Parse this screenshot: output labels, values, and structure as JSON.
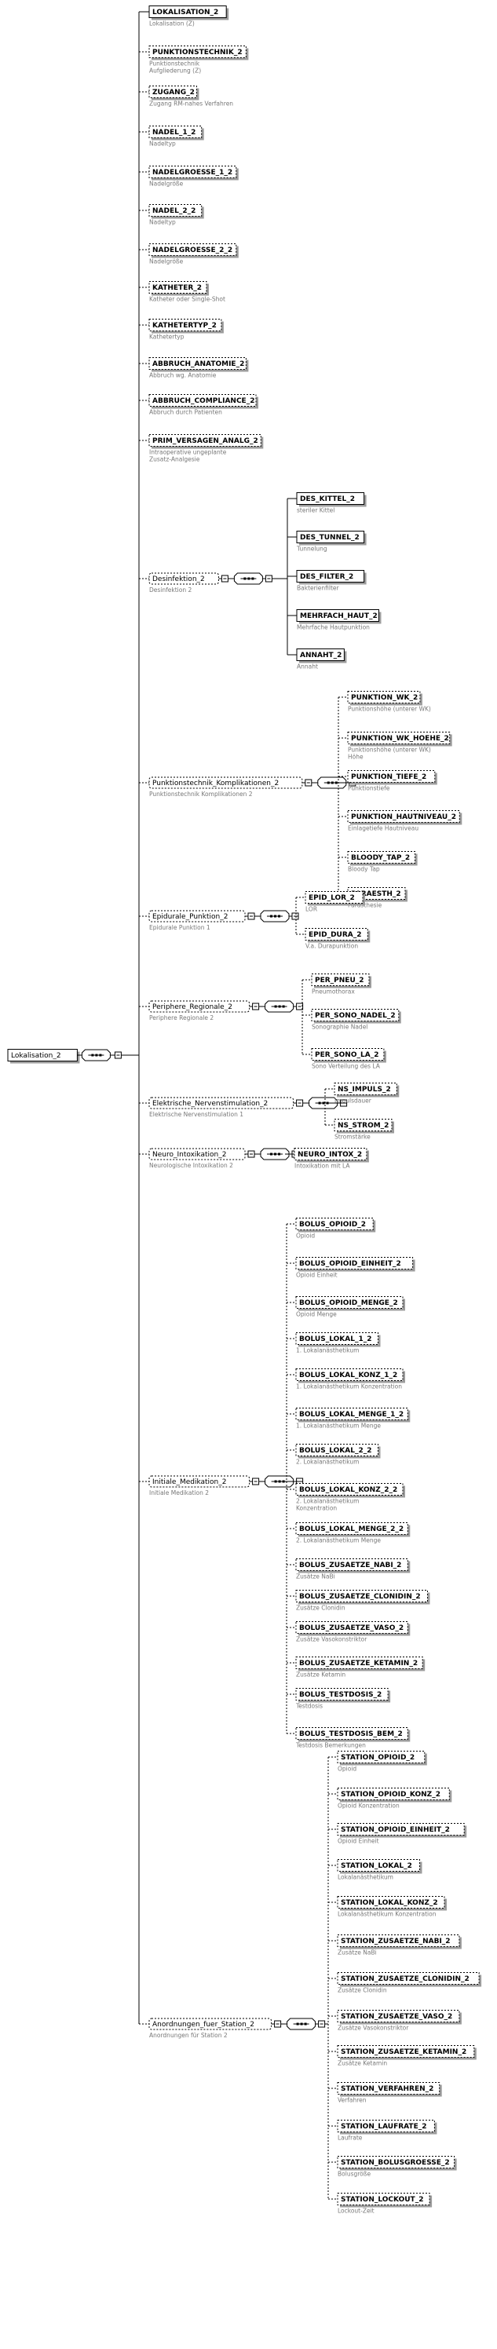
{
  "root": {
    "name": "Lokalisation_2",
    "doc": "Lokalisation 2"
  },
  "level1": [
    {
      "name": "LOKALISATION_2",
      "doc": [
        "Lokalisation (Z)"
      ],
      "req": true
    },
    {
      "name": "PUNKTIONSTECHNIK_2",
      "doc": [
        "Punktionstechnik",
        "Aufgliederung (Z)"
      ]
    },
    {
      "name": "ZUGANG_2",
      "doc": [
        "Zugang RM-nahes Verfahren"
      ]
    },
    {
      "name": "NADEL_1_2",
      "doc": [
        "Nadeltyp"
      ]
    },
    {
      "name": "NADELGROESSE_1_2",
      "doc": [
        "Nadelgröße"
      ]
    },
    {
      "name": "NADEL_2_2",
      "doc": [
        "Nadeltyp"
      ]
    },
    {
      "name": "NADELGROESSE_2_2",
      "doc": [
        "Nadelgröße"
      ]
    },
    {
      "name": "KATHETER_2",
      "doc": [
        "Katheter oder Single-Shot"
      ]
    },
    {
      "name": "KATHETERTYP_2",
      "doc": [
        "Kathetertyp"
      ]
    },
    {
      "name": "ABBRUCH_ANATOMIE_2",
      "doc": [
        "Abbruch wg. Anatomie"
      ]
    },
    {
      "name": "ABBRUCH_COMPLIANCE_2",
      "doc": [
        "Abbruch durch Patienten"
      ]
    },
    {
      "name": "PRIM_VERSAGEN_ANALG_2",
      "doc": [
        "Intraoperative ungeplante",
        "Zusatz-Analgesie"
      ]
    }
  ],
  "groups": [
    {
      "name": "Desinfektion_2",
      "doc": "Desinfektion 2",
      "children": [
        {
          "name": "DES_KITTEL_2",
          "doc": [
            "steriler Kittel"
          ],
          "req": true
        },
        {
          "name": "DES_TUNNEL_2",
          "doc": [
            "Tunnelung"
          ],
          "req": true
        },
        {
          "name": "DES_FILTER_2",
          "doc": [
            "Bakterienfilter"
          ],
          "req": true
        },
        {
          "name": "MEHRFACH_HAUT_2",
          "doc": [
            "Mehrfache Hautpunktion"
          ],
          "req": true
        },
        {
          "name": "ANNAHT_2",
          "doc": [
            "Annaht"
          ],
          "req": true
        }
      ]
    },
    {
      "name": "Punktionstechnik_Komplikationen_2",
      "doc": "Punktionstechnik Komplikationen 2",
      "children": [
        {
          "name": "PUNKTION_WK_2",
          "doc": [
            "Punktionshöhe (unterer WK)"
          ]
        },
        {
          "name": "PUNKTION_WK_HOEHE_2",
          "doc": [
            "Punktionshöhe (unterer WK)",
            "Höhe"
          ]
        },
        {
          "name": "PUNKTION_TIEFE_2",
          "doc": [
            "Punktionstiefe"
          ]
        },
        {
          "name": "PUNKTION_HAUTNIVEAU_2",
          "doc": [
            "Einlagetiefe Hautniveau"
          ]
        },
        {
          "name": "BLOODY_TAP_2",
          "doc": [
            "Bloody Tap"
          ]
        },
        {
          "name": "PARAESTH_2",
          "doc": [
            "Parästhesie"
          ]
        }
      ]
    },
    {
      "name": "Epidurale_Punktion_2",
      "doc": "Epidurale Punktion 1",
      "children": [
        {
          "name": "EPID_LOR_2",
          "doc": [
            "LOR"
          ]
        },
        {
          "name": "EPID_DURA_2",
          "doc": [
            "V.a. Durapunktion"
          ]
        }
      ]
    },
    {
      "name": "Periphere_Regionale_2",
      "doc": "Periphere Regionale 2",
      "children": [
        {
          "name": "PER_PNEU_2",
          "doc": [
            "Pneumothorax"
          ]
        },
        {
          "name": "PER_SONO_NADEL_2",
          "doc": [
            "Sonographie Nadel"
          ]
        },
        {
          "name": "PER_SONO_LA_2",
          "doc": [
            "Sono Verteilung des LA"
          ]
        }
      ]
    },
    {
      "name": "Elektrische_Nervenstimulation_2",
      "doc": "Elektrische Nervenstimulation 1",
      "children": [
        {
          "name": "NS_IMPULS_2",
          "doc": [
            "Impulsdauer"
          ]
        },
        {
          "name": "NS_STROM_2",
          "doc": [
            "Stromstärke"
          ]
        }
      ]
    },
    {
      "name": "Neuro_Intoxikation_2",
      "doc": "Neurologische Intoxikation 2",
      "children": [
        {
          "name": "NEURO_INTOX_2",
          "doc": [
            "Intoxikation mit LA"
          ]
        }
      ]
    },
    {
      "name": "Initiale_Medikation_2",
      "doc": "Initiale Medikation 2",
      "children": [
        {
          "name": "BOLUS_OPIOID_2",
          "doc": [
            "Opioid"
          ]
        },
        {
          "name": "BOLUS_OPIOID_EINHEIT_2",
          "doc": [
            "Opioid Einheit"
          ]
        },
        {
          "name": "BOLUS_OPIOID_MENGE_2",
          "doc": [
            "Opioid Menge"
          ]
        },
        {
          "name": "BOLUS_LOKAL_1_2",
          "doc": [
            "1. Lokalanästhetikum"
          ]
        },
        {
          "name": "BOLUS_LOKAL_KONZ_1_2",
          "doc": [
            "1. Lokalanästhetikum Konzentration"
          ]
        },
        {
          "name": "BOLUS_LOKAL_MENGE_1_2",
          "doc": [
            "1. Lokalanästhetikum Menge"
          ]
        },
        {
          "name": "BOLUS_LOKAL_2_2",
          "doc": [
            "2. Lokalanästhetikum"
          ]
        },
        {
          "name": "BOLUS_LOKAL_KONZ_2_2",
          "doc": [
            "2. Lokalanästhetikum",
            "Konzentration"
          ]
        },
        {
          "name": "BOLUS_LOKAL_MENGE_2_2",
          "doc": [
            "2. Lokalanästhetikum Menge"
          ]
        },
        {
          "name": "BOLUS_ZUSAETZE_NABI_2",
          "doc": [
            "Zusätze NaBi"
          ]
        },
        {
          "name": "BOLUS_ZUSAETZE_CLONIDIN_2",
          "doc": [
            "Zusätze Clonidin"
          ]
        },
        {
          "name": "BOLUS_ZUSAETZE_VASO_2",
          "doc": [
            "Zusätze Vasokonstriktor"
          ]
        },
        {
          "name": "BOLUS_ZUSAETZE_KETAMIN_2",
          "doc": [
            "Zusätze Ketamin"
          ]
        },
        {
          "name": "BOLUS_TESTDOSIS_2",
          "doc": [
            "Testdosis"
          ]
        },
        {
          "name": "BOLUS_TESTDOSIS_BEM_2",
          "doc": [
            "Testdosis Bemerkungen"
          ]
        }
      ]
    },
    {
      "name": "Anordnungen_fuer_Station_2",
      "doc": "Anordnungen für Station 2",
      "children": [
        {
          "name": "STATION_OPIOID_2",
          "doc": [
            "Opioid"
          ]
        },
        {
          "name": "STATION_OPIOID_KONZ_2",
          "doc": [
            "Opioid Konzentration"
          ]
        },
        {
          "name": "STATION_OPIOID_EINHEIT_2",
          "doc": [
            "Opioid Einheit"
          ]
        },
        {
          "name": "STATION_LOKAL_2",
          "doc": [
            "Lokalanästhetikum"
          ]
        },
        {
          "name": "STATION_LOKAL_KONZ_2",
          "doc": [
            "Lokalanästhetikum Konzentration"
          ]
        },
        {
          "name": "STATION_ZUSAETZE_NABI_2",
          "doc": [
            "Zusätze NaBi"
          ]
        },
        {
          "name": "STATION_ZUSAETZE_CLONIDIN_2",
          "doc": [
            "Zusätze Clonidin"
          ]
        },
        {
          "name": "STATION_ZUSAETZE_VASO_2",
          "doc": [
            "Zusätze Vasokonstriktor"
          ]
        },
        {
          "name": "STATION_ZUSAETZE_KETAMIN_2",
          "doc": [
            "Zusätze Ketamin"
          ]
        },
        {
          "name": "STATION_VERFAHREN_2",
          "doc": [
            "Verfahren"
          ]
        },
        {
          "name": "STATION_LAUFRATE_2",
          "doc": [
            "Laufrate"
          ]
        },
        {
          "name": "STATION_BOLUSGROESSE_2",
          "doc": [
            "Bolusgröße"
          ]
        },
        {
          "name": "STATION_LOCKOUT_2",
          "doc": [
            "Lockout-Zeit"
          ]
        }
      ]
    }
  ]
}
